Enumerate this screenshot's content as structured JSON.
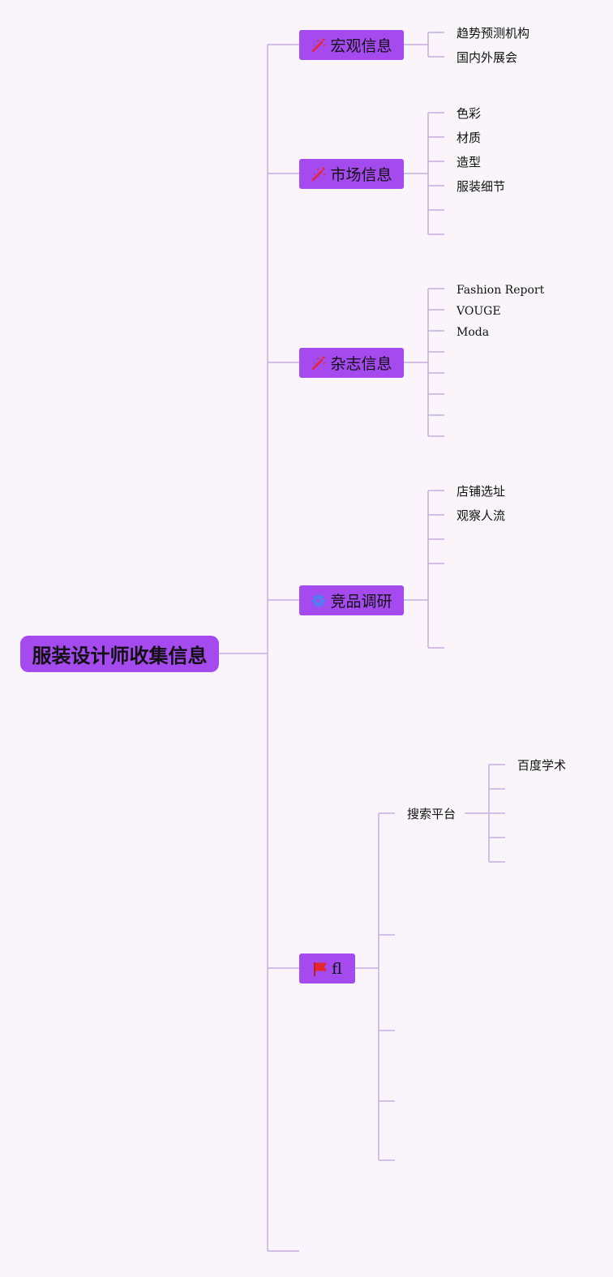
{
  "root": {
    "label": "服装设计师收集信息"
  },
  "branches": [
    {
      "label": "宏观信息",
      "icon": "magic-wand-icon",
      "children": [
        "趋势预测机构",
        "国内外展会"
      ]
    },
    {
      "label": "市场信息",
      "icon": "magic-wand-icon",
      "children": [
        "色彩",
        "材质",
        "造型",
        "服装细节"
      ]
    },
    {
      "label": "杂志信息",
      "icon": "magic-wand-icon",
      "children": [
        "Fashion Report",
        "VOUGE",
        "Moda"
      ]
    },
    {
      "label": "竞品调研",
      "icon": "gear-icon",
      "children": [
        "店铺选址",
        "观察人流"
      ]
    },
    {
      "label": "fl",
      "icon": "red-flag-icon",
      "children": [
        {
          "label": "搜索平台",
          "children": [
            "百度学术"
          ]
        }
      ]
    }
  ],
  "colors": {
    "background": "#f9f5fb",
    "node_fill": "#a54aef",
    "connector": "#c6aee0",
    "icon_red": "#e8262d",
    "icon_blue": "#4f7ef2"
  }
}
